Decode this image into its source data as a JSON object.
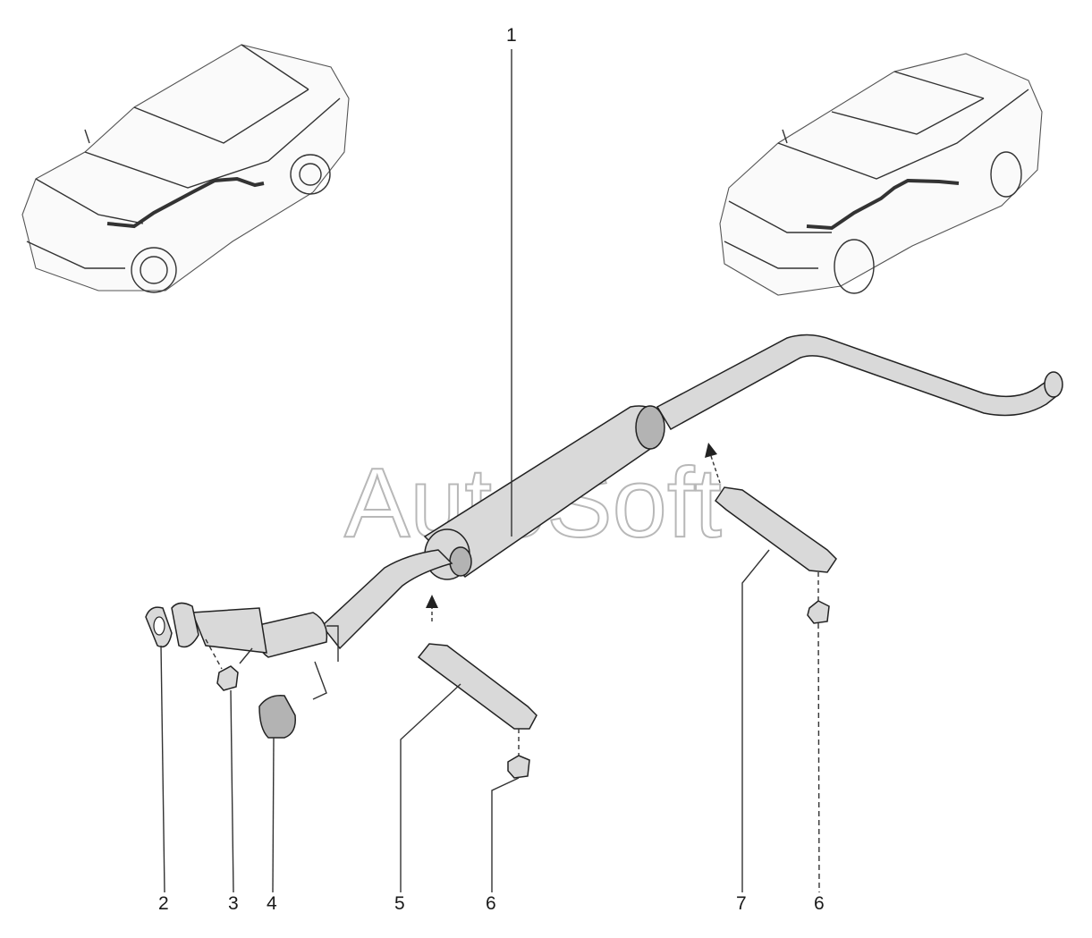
{
  "diagram": {
    "watermark": "AutoSoft",
    "callouts": [
      {
        "id": "c1",
        "label": "1"
      },
      {
        "id": "c2",
        "label": "2"
      },
      {
        "id": "c3",
        "label": "3"
      },
      {
        "id": "c4",
        "label": "4"
      },
      {
        "id": "c5",
        "label": "5"
      },
      {
        "id": "c6a",
        "label": "6"
      },
      {
        "id": "c7",
        "label": "7"
      },
      {
        "id": "c6b",
        "label": "6"
      }
    ],
    "vehicles": [
      "station-wagon",
      "sedan"
    ],
    "colors": {
      "line": "#222222",
      "part_fill": "#d9d9d9",
      "watermark": "#b8b8b8"
    }
  }
}
